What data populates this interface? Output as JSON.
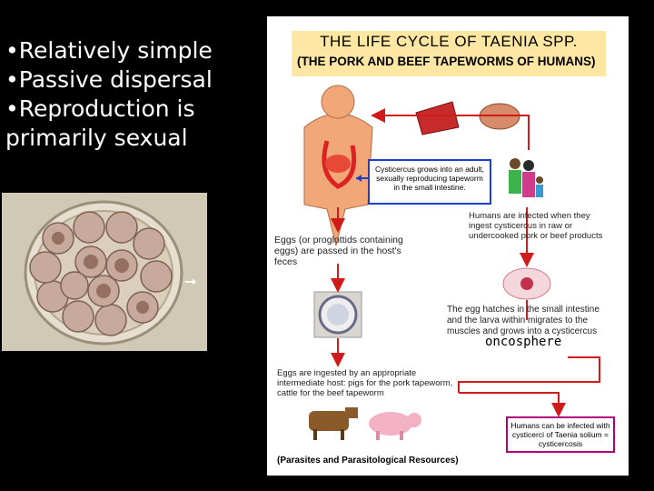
{
  "bullets": [
    "•Relatively simple",
    "•Passive dispersal",
    "•Reproduction is",
    "primarily sexual"
  ],
  "diagram": {
    "title_line1": "THE LIFE CYCLE OF TAENIA SPP.",
    "title_line2": "(THE PORK AND BEEF TAPEWORMS OF HUMANS)",
    "cysticercus_box": "Cysticercus grows into an adult, sexually reproducing tapeworm in the small intestine.",
    "humans_infected_label": "Humans are infected when they ingest cysticercus in raw or undercooked pork or beef products",
    "eggs_passed_label": "Eggs (or proglottids containing eggs) are passed in the host's feces",
    "egg_hatches_label": "The egg hatches in the small intestine and the larva within migrates to the muscles and grows into a cysticercus",
    "oncosphere_label": "oncosphere",
    "eggs_ingested_label": "Eggs are ingested by an appropriate intermediate host: pigs for the pork tapeworm, cattle for the beef tapeworm",
    "humans_cysticercosis_box": "Humans can be infected with cysticerci of Taenia solium = cysticercosis",
    "source_label": "(Parasites and Parasitological Resources)"
  },
  "colors": {
    "background": "#000000",
    "title_box": "#fde7a2",
    "arrow": "#d11a1a",
    "blue_box_border": "#1a3fd0",
    "magenta_box_border": "#b0007a"
  }
}
